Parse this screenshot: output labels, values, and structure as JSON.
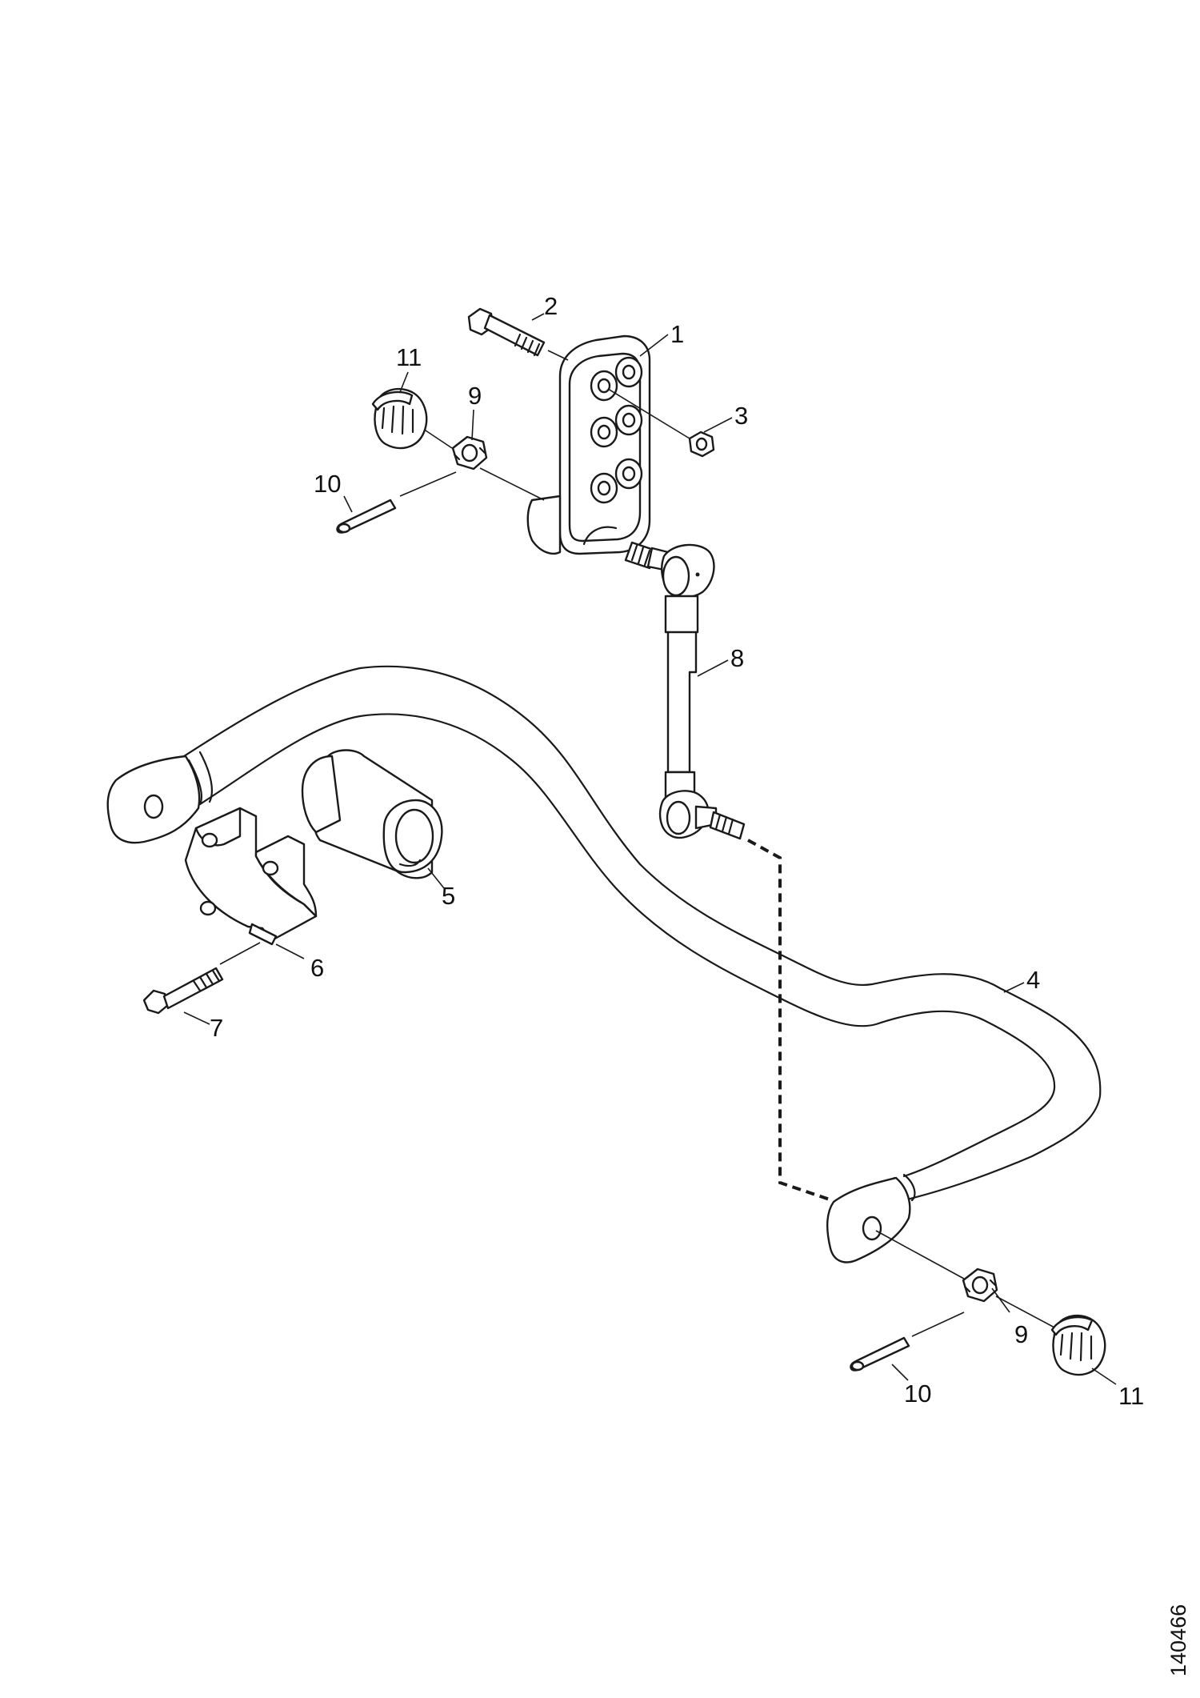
{
  "figure_number": "140466",
  "callouts": {
    "c1": "1",
    "c2": "2",
    "c3": "3",
    "c4": "4",
    "c5": "5",
    "c6": "6",
    "c7": "7",
    "c8": "8",
    "c9_top": "9",
    "c9_bottom": "9",
    "c10_top": "10",
    "c10_bottom": "10",
    "c11_top": "11",
    "c11_bottom": "11"
  }
}
